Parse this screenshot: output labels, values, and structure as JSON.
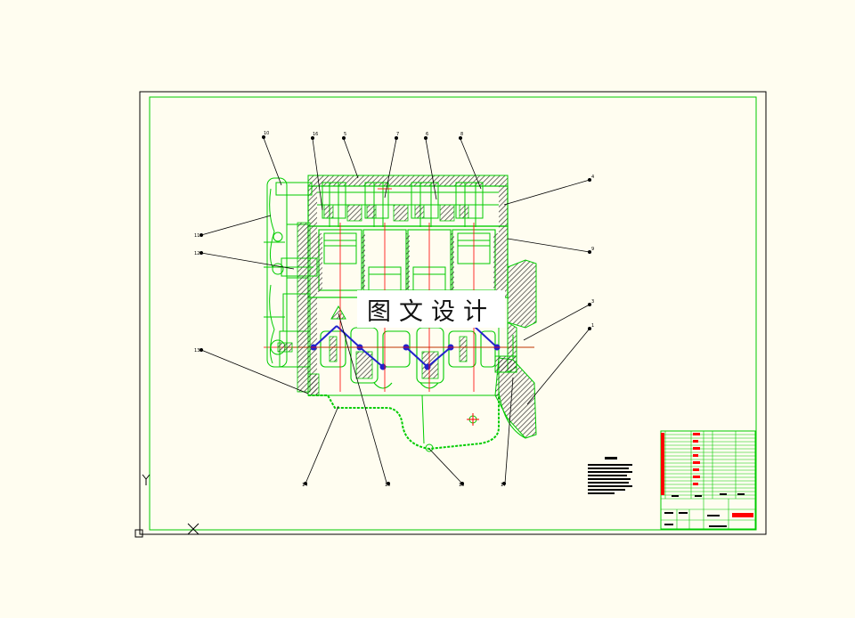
{
  "watermark": {
    "text": "图文设计"
  },
  "ucs": {
    "x_label": "X",
    "y_label": "Y"
  },
  "colors": {
    "background": "#fffdf0",
    "frame": "#000000",
    "geometry": "#00cc00",
    "centerline": "#ff0000",
    "linkage": "#2222cc",
    "hatch": "#333333",
    "title_accent": "#ff0000"
  },
  "balloons": {
    "top": [
      "10",
      "16",
      "5",
      "7",
      "6",
      "8"
    ],
    "right": [
      "4",
      "9",
      "3",
      "1"
    ],
    "left": [
      "11",
      "12",
      "13"
    ],
    "bottom": [
      "14",
      "15",
      "18",
      "17"
    ]
  }
}
